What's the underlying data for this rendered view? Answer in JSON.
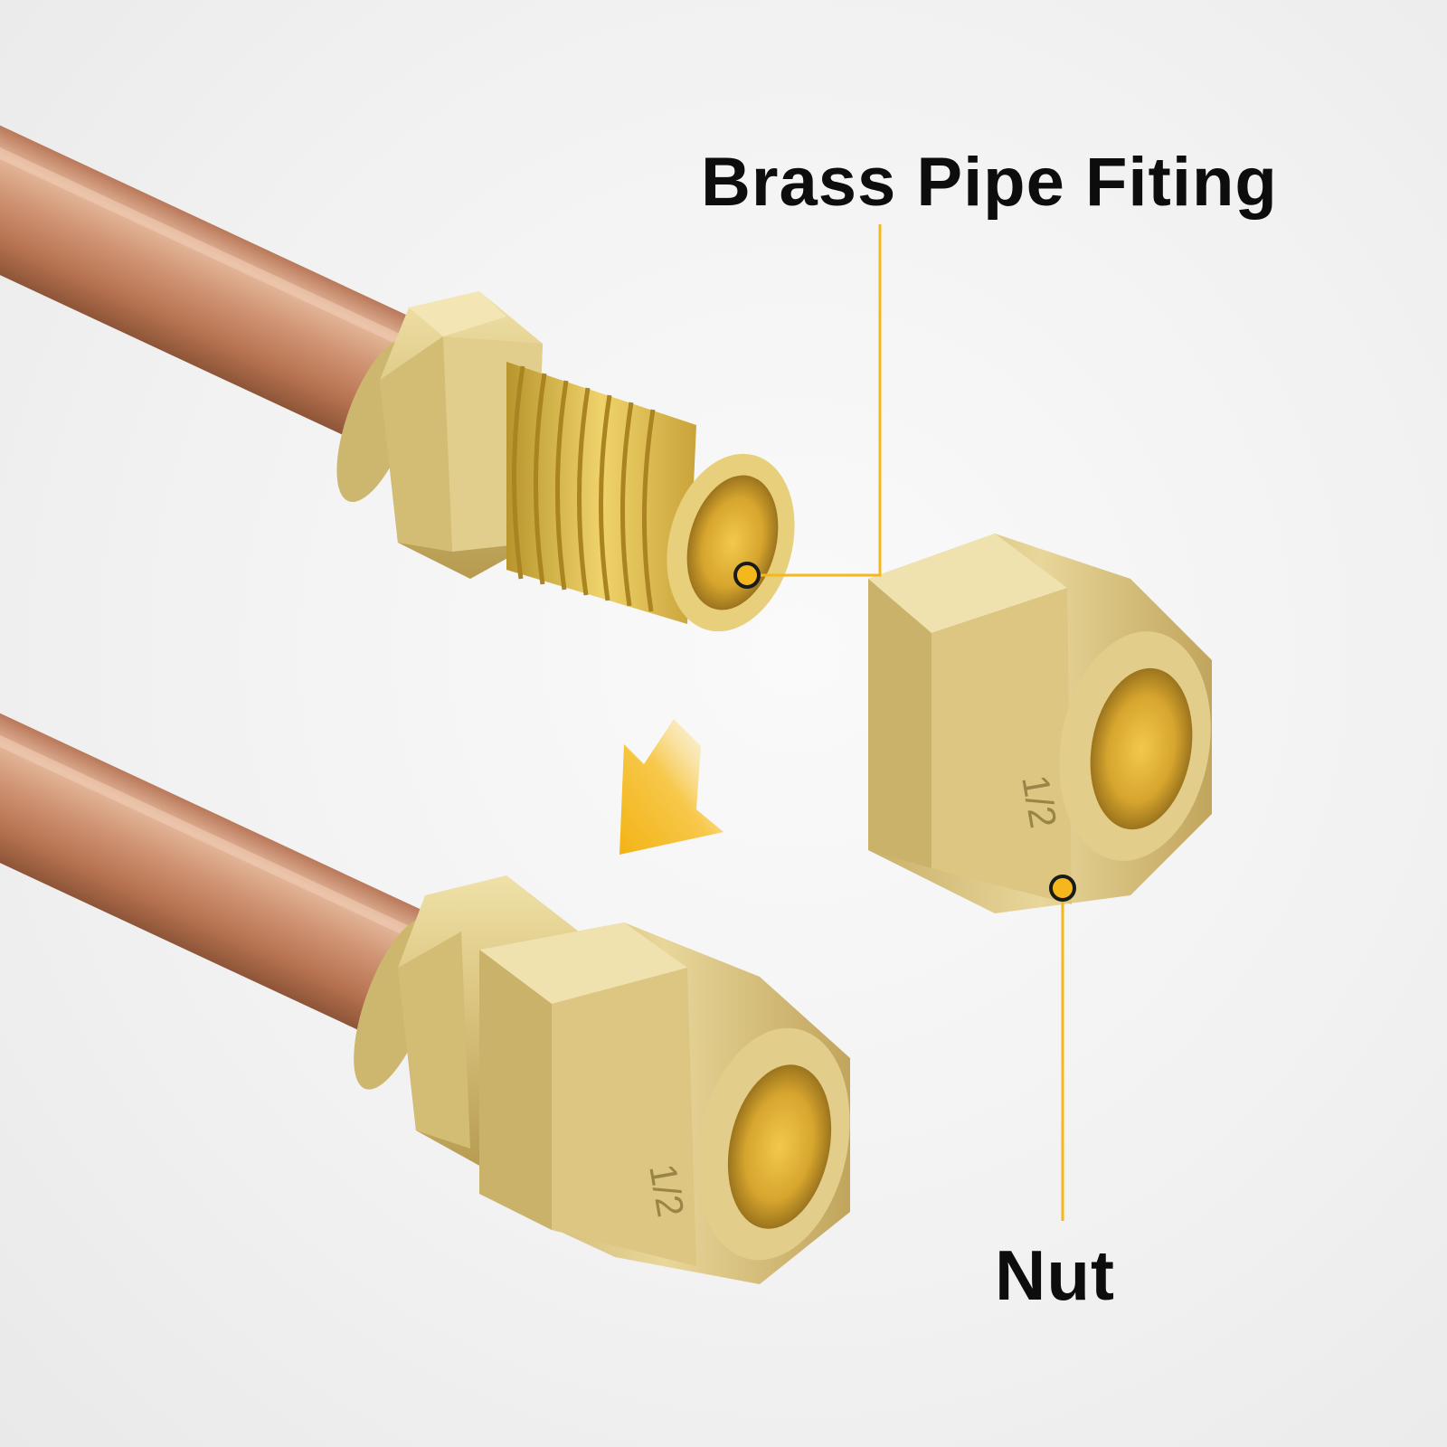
{
  "labels": {
    "fitting": "Brass Pipe Fiting",
    "nut": "Nut"
  },
  "markings": {
    "nut_size_on_pipe": "1/2",
    "nut_size_loose": "1/2"
  },
  "colors": {
    "background": "#f2f2f2",
    "copper": "#c88a68",
    "brass": "#d9c47e",
    "callout": "#f5b81c",
    "text": "#0d0d0d"
  },
  "icons": {
    "direction_arrow": "arrow-down-left-icon"
  }
}
